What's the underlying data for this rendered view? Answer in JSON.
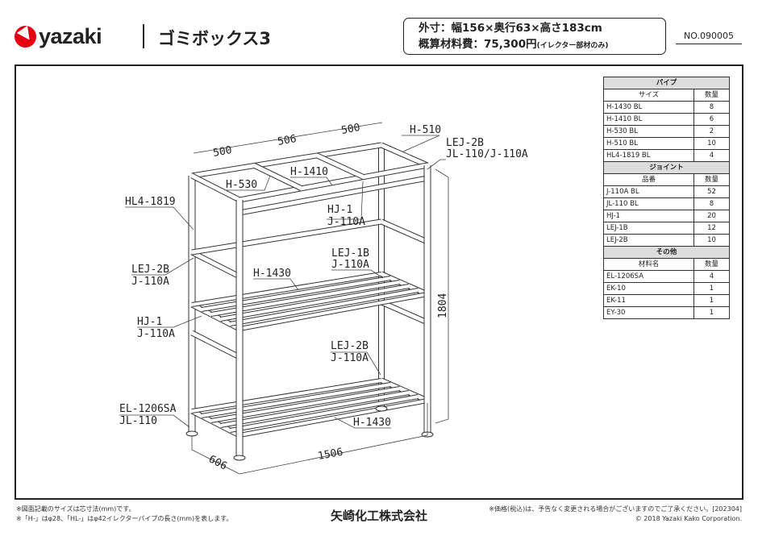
{
  "header": {
    "brand": "yazaki",
    "title": "ゴミボックス3",
    "spec_line1": "外寸：幅156×奥行63×高さ183cm",
    "spec_price_label": "概算材料費：75,300円",
    "spec_price_note": "(イレクター部材のみ)",
    "doc_no": "NO.090005",
    "brand_color": "#e60012"
  },
  "drawing": {
    "dims": {
      "w1": "500",
      "w2": "506",
      "w3": "500",
      "depth": "606",
      "width": "1506",
      "height": "1804"
    },
    "labels": {
      "h510": "H-510",
      "lej2b_top": "LEJ-2B",
      "jl110_top": "JL-110/J-110A",
      "h530": "H-530",
      "h1410": "H-1410",
      "hj1_top": "HJ-1",
      "j110a_top": "J-110A",
      "hl4": "HL4-1819",
      "lej1b": "LEJ-1B",
      "j110a_lej1b": "J-110A",
      "lej2b_left": "LEJ-2B",
      "j110a_left": "J-110A",
      "h1430_mid": "H-1430",
      "hj1_left": "HJ-1",
      "j110a_hj1_left": "J-110A",
      "lej2b_low": "LEJ-2B",
      "j110a_low": "J-110A",
      "el1206": "EL-1206SA",
      "jl110_low": "JL-110",
      "h1430_low": "H-1430"
    }
  },
  "parts_table": {
    "sections": [
      {
        "title": "パイプ",
        "col1": "サイズ",
        "col2": "数量",
        "rows": [
          [
            "H-1430 BL",
            "8"
          ],
          [
            "H-1410 BL",
            "6"
          ],
          [
            "H-530 BL",
            "2"
          ],
          [
            "H-510 BL",
            "10"
          ],
          [
            "HL4-1819 BL",
            "4"
          ]
        ]
      },
      {
        "title": "ジョイント",
        "col1": "品番",
        "col2": "数量",
        "rows": [
          [
            "J-110A BL",
            "52"
          ],
          [
            "JL-110 BL",
            "8"
          ],
          [
            "HJ-1",
            "20"
          ],
          [
            "LEJ-1B",
            "12"
          ],
          [
            "LEJ-2B",
            "10"
          ]
        ]
      },
      {
        "title": "その他",
        "col1": "材料名",
        "col2": "数量",
        "rows": [
          [
            "EL-1206SA",
            "4"
          ],
          [
            "EK-10",
            "1"
          ],
          [
            "EK-11",
            "1"
          ],
          [
            "EY-30",
            "1"
          ]
        ]
      }
    ]
  },
  "footer": {
    "note1": "※図面記載のサイズは芯寸法(mm)です。",
    "note2": "※「H-」はφ28、「HL-」はφ42イレクターパイプの長さ(mm)を表します。",
    "company": "矢崎化工株式会社",
    "note3": "※価格(税込)は、予告なく変更される場合がございますのでご了承ください。[202304]",
    "copyright": "© 2018 Yazaki Kako  Corporation."
  }
}
